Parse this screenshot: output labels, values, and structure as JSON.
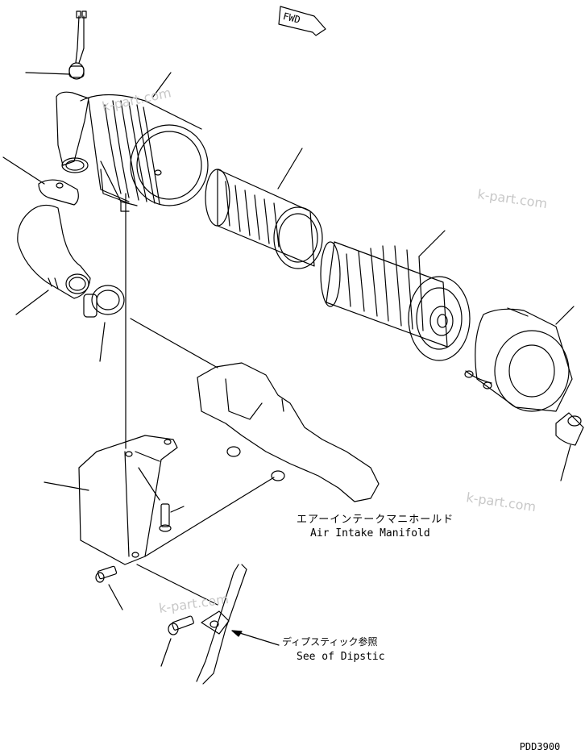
{
  "fwd_label": "FWD",
  "labels": {
    "manifold_jp": "エアーインテークマニホールド",
    "manifold_en": "Air Intake Manifold",
    "dipstick_jp": "ディプスティック参照",
    "dipstick_en": "See of Dipstic",
    "drawing_number": "PDD3900"
  },
  "watermark": "k-part.com",
  "colors": {
    "line": "#000000",
    "watermark": "#c8c8c8",
    "background": "#ffffff"
  }
}
